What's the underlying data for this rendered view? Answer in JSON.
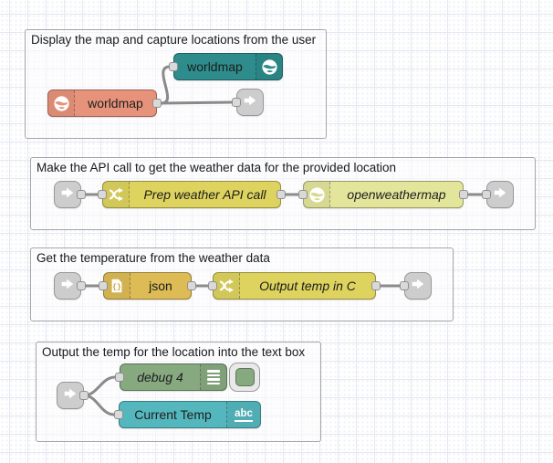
{
  "editor": {
    "type": "flow-editor-workspace"
  },
  "colors": {
    "worldmap_out_teal": "#2E8C8C",
    "worldmap_in_salmon": "#E7937B",
    "function_yellow": "#DDD35E",
    "openweathermap_pale": "#E3E59B",
    "json_gold": "#DDBB55",
    "debug_green": "#87A980",
    "text_widget_aqua": "#55B7BE",
    "link_node_gray": "#CDCDCD",
    "wire_gray": "#8A8A8A",
    "group_border": "#A6A6AA",
    "grid_line": "#E4E7F2"
  },
  "icons": {
    "json_glyph": "{}",
    "abc_label": "abc"
  },
  "groups": [
    {
      "title": "Display the map and capture locations from the user",
      "nodes": [
        {
          "label": "worldmap",
          "type": "worldmap output"
        },
        {
          "label": "worldmap",
          "type": "worldmap input"
        },
        {
          "label": "",
          "type": "link out"
        }
      ]
    },
    {
      "title": "Make the API call to get the weather data for the provided location",
      "nodes": [
        {
          "label": "",
          "type": "link in"
        },
        {
          "label": "Prep weather API call",
          "type": "function"
        },
        {
          "label": "openweathermap",
          "type": "openweathermap"
        },
        {
          "label": "",
          "type": "link out"
        }
      ]
    },
    {
      "title": "Get the temperature from the weather data",
      "nodes": [
        {
          "label": "",
          "type": "link in"
        },
        {
          "label": "json",
          "type": "json"
        },
        {
          "label": "Output temp in C",
          "type": "function"
        },
        {
          "label": "",
          "type": "link out"
        }
      ]
    },
    {
      "title": "Output the temp for the location into the text box",
      "nodes": [
        {
          "label": "",
          "type": "link in"
        },
        {
          "label": "debug 4",
          "type": "debug"
        },
        {
          "label": "Current Temp",
          "type": "dashboard text"
        }
      ]
    }
  ]
}
